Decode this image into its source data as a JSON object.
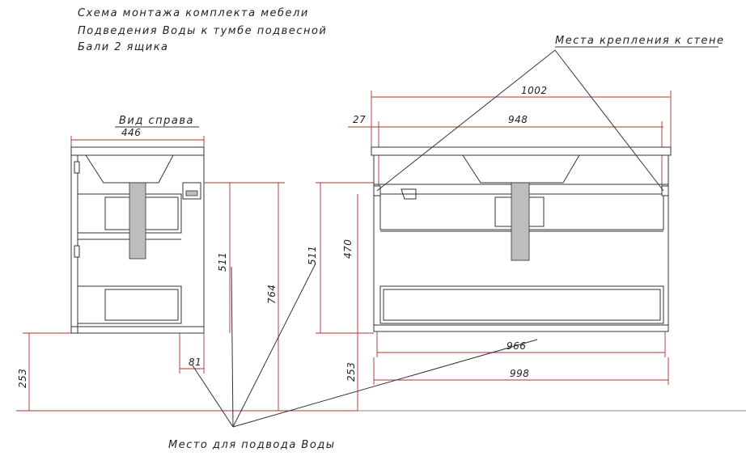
{
  "title_lines": [
    "Схема монтажа комплекта мебели",
    "Подведения Воды к тумбе подвесной",
    "Бали 2 ящика"
  ],
  "labels": {
    "side_view": "Вид справа",
    "wall_mounts": "Места крепления к стене",
    "water_supply": "Место для подвода Воды"
  },
  "dimensions": {
    "side_width": "446",
    "width_total": "1002",
    "offset": "27",
    "mount_spacing": "948",
    "height_511_a": "511",
    "height_511_b": "511",
    "height_764": "764",
    "height_470": "470",
    "width_81": "81",
    "floor_gap_left": "253",
    "floor_gap_right": "253",
    "width_966": "966",
    "width_998": "998"
  }
}
